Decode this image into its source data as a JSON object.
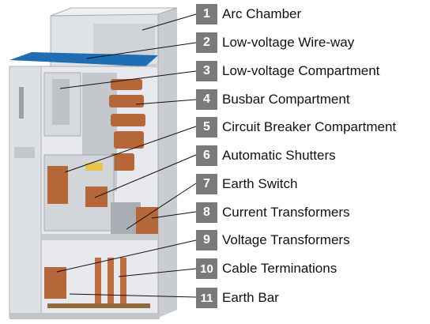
{
  "legend": [
    {
      "num": "1",
      "label": "Arc Chamber"
    },
    {
      "num": "2",
      "label": "Low-voltage Wire-way"
    },
    {
      "num": "3",
      "label": "Low-voltage Compartment"
    },
    {
      "num": "4",
      "label": "Busbar Compartment"
    },
    {
      "num": "5",
      "label": "Circuit Breaker Compartment"
    },
    {
      "num": "6",
      "label": "Automatic Shutters"
    },
    {
      "num": "7",
      "label": "Earth Switch"
    },
    {
      "num": "8",
      "label": "Current Transformers"
    },
    {
      "num": "9",
      "label": "Voltage Transformers"
    },
    {
      "num": "10",
      "label": "Cable Terminations"
    },
    {
      "num": "11",
      "label": "Earth Bar"
    }
  ],
  "colors": {
    "number_box": "#7a7a7a",
    "cabinet_frame": "#e4e6ea",
    "cabinet_shadow": "#b9bdc3",
    "roof_accent": "#1f6db3",
    "copper": "#b5673a",
    "leader_line": "#111111"
  }
}
